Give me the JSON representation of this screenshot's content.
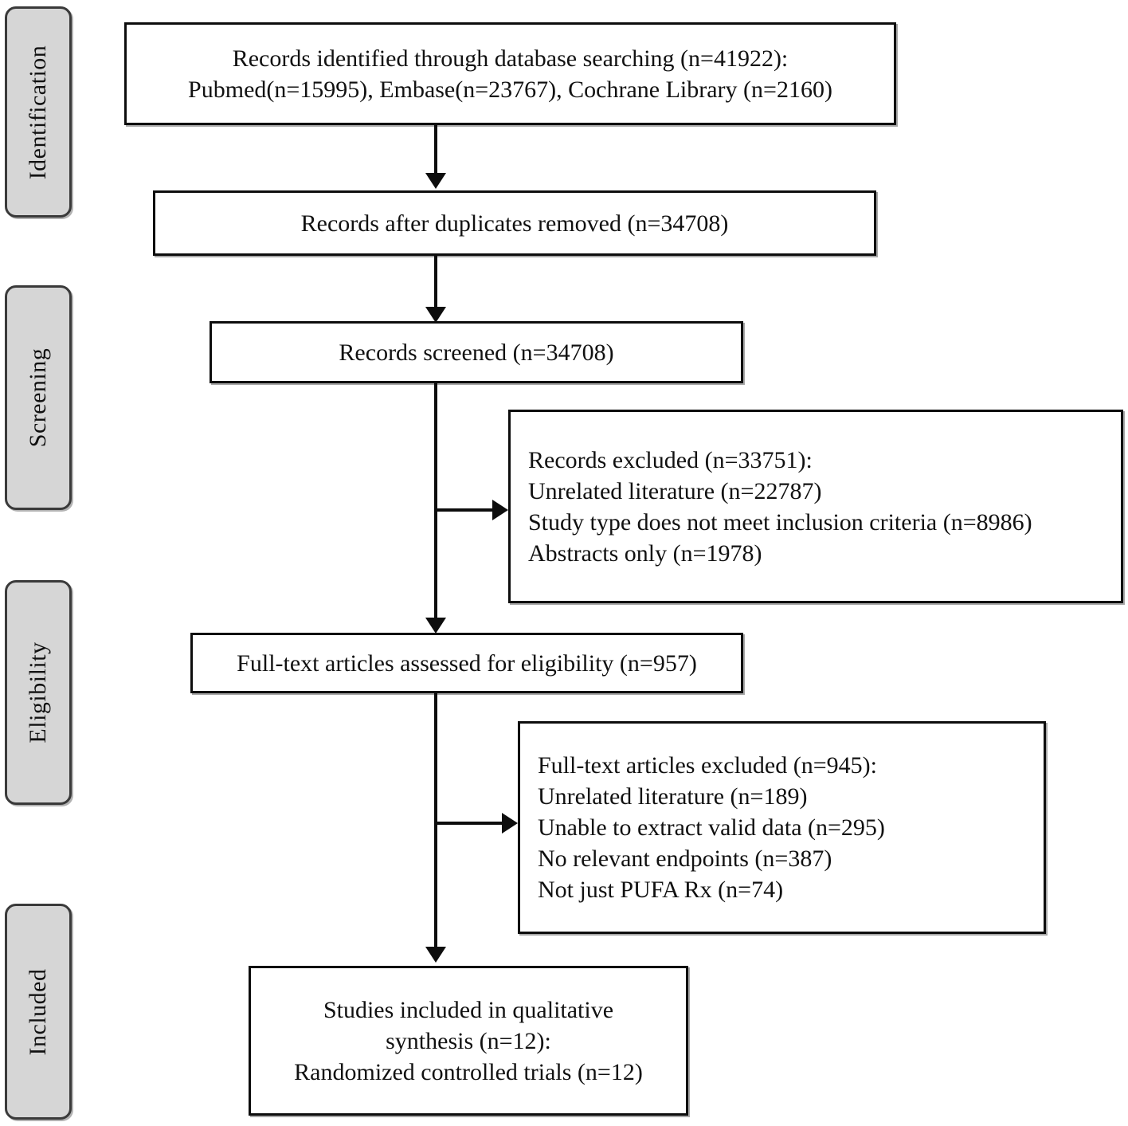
{
  "diagram": {
    "title": "PRISMA flow diagram of study selection",
    "type": "prisma-flow-diagram",
    "colors": {
      "stage_tab_fill": "#d6d6d6",
      "stage_tab_border": "#3a3a3a",
      "box_border": "#0d0d0d",
      "box_fill": "#ffffff",
      "text": "#111111",
      "connector": "#0d0d0d"
    }
  },
  "stages": [
    {
      "label": "Identification"
    },
    {
      "label": "Screening"
    },
    {
      "label": "Eligibility"
    },
    {
      "label": "Included"
    }
  ],
  "boxes": {
    "identified": {
      "lines": [
        "Records identified through database searching (n=41922):",
        "Pubmed(n=15995), Embase(n=23767), Cochrane Library (n=2160)"
      ]
    },
    "duplicates_removed": {
      "lines": [
        "Records after duplicates removed (n=34708)"
      ]
    },
    "screened": {
      "lines": [
        "Records screened (n=34708)"
      ]
    },
    "records_excluded": {
      "lines": [
        "Records excluded (n=33751):",
        "Unrelated literature (n=22787)",
        "Study type does not meet inclusion criteria (n=8986)",
        "Abstracts only (n=1978)"
      ]
    },
    "fulltext_assessed": {
      "lines": [
        "Full-text articles assessed for eligibility (n=957)"
      ]
    },
    "fulltext_excluded": {
      "lines": [
        "Full-text articles excluded (n=945):",
        "Unrelated literature (n=189)",
        "Unable to extract valid data (n=295)",
        "No relevant endpoints (n=387)",
        "Not just PUFA Rx (n=74)"
      ]
    },
    "included": {
      "lines": [
        "Studies included in qualitative",
        "synthesis (n=12):",
        "Randomized controlled trials (n=12)"
      ]
    }
  },
  "chart_data": {
    "type": "flowchart",
    "title": "PRISMA study selection flow",
    "nodes": [
      {
        "id": "identified",
        "stage": "Identification",
        "n": 41922,
        "breakdown": {
          "Pubmed": 15995,
          "Embase": 23767,
          "Cochrane Library": 2160
        }
      },
      {
        "id": "duplicates_removed",
        "stage": "Identification",
        "n": 34708
      },
      {
        "id": "screened",
        "stage": "Screening",
        "n": 34708
      },
      {
        "id": "records_excluded",
        "stage": "Screening",
        "n": 33751,
        "breakdown": {
          "Unrelated literature": 22787,
          "Study type does not meet inclusion criteria": 8986,
          "Abstracts only": 1978
        }
      },
      {
        "id": "fulltext_assessed",
        "stage": "Eligibility",
        "n": 957
      },
      {
        "id": "fulltext_excluded",
        "stage": "Eligibility",
        "n": 945,
        "breakdown": {
          "Unrelated literature": 189,
          "Unable to extract valid data": 295,
          "No relevant endpoints": 387,
          "Not just PUFA Rx": 74
        }
      },
      {
        "id": "included",
        "stage": "Included",
        "n": 12,
        "breakdown": {
          "Randomized controlled trials": 12
        }
      }
    ],
    "edges": [
      {
        "from": "identified",
        "to": "duplicates_removed",
        "direction": "down"
      },
      {
        "from": "duplicates_removed",
        "to": "screened",
        "direction": "down"
      },
      {
        "from": "screened",
        "to": "records_excluded",
        "direction": "right"
      },
      {
        "from": "screened",
        "to": "fulltext_assessed",
        "direction": "down"
      },
      {
        "from": "fulltext_assessed",
        "to": "fulltext_excluded",
        "direction": "right"
      },
      {
        "from": "fulltext_assessed",
        "to": "included",
        "direction": "down"
      }
    ]
  }
}
